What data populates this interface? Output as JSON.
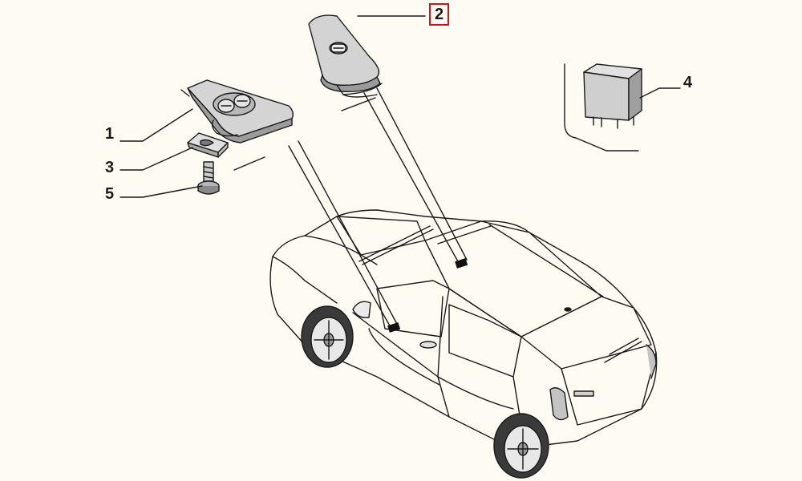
{
  "diagram": {
    "colors": {
      "background": "#fefbf3",
      "line": "#1a1a1a",
      "part_fill": "#cfcfcf",
      "part_shade": "#8f8f8f",
      "highlight_box": "#d0141c"
    },
    "callouts": [
      {
        "id": "1",
        "label": "1"
      },
      {
        "id": "2",
        "label": "2",
        "highlighted": true
      },
      {
        "id": "3",
        "label": "3"
      },
      {
        "id": "4",
        "label": "4"
      },
      {
        "id": "5",
        "label": "5"
      }
    ],
    "parts": [
      {
        "callout": "1",
        "icon": "window-switch-panel-double-icon"
      },
      {
        "callout": "2",
        "icon": "window-switch-panel-single-icon"
      },
      {
        "callout": "3",
        "icon": "clip-nut-icon"
      },
      {
        "callout": "4",
        "icon": "relay-icon"
      },
      {
        "callout": "5",
        "icon": "screw-icon"
      },
      {
        "callout": "",
        "icon": "hatchback-car-icon"
      }
    ]
  }
}
